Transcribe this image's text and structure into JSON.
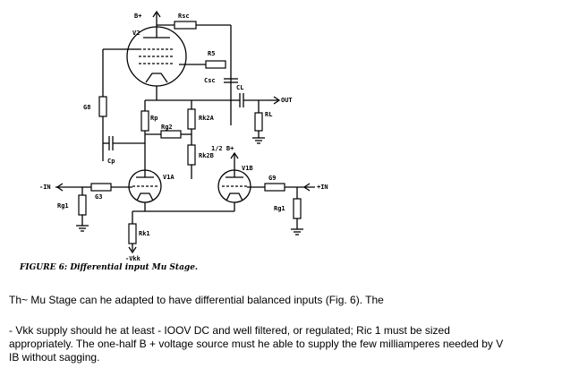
{
  "figure": {
    "caption": "FIGURE 6: Differential input Mu Stage.",
    "labels": {
      "b_plus": "B+",
      "v2": "V2",
      "rsc": "Rsc",
      "r5": "R5",
      "csc": "Csc",
      "cl": "CL",
      "out": "OUT",
      "rl": "RL",
      "g8": "G8",
      "rp": "Rp",
      "rg2": "Rg2",
      "rk2a": "Rk2A",
      "rk2b": "Rk2B",
      "half_b_plus": "1/2 B+",
      "cp": "Cp",
      "v1a": "V1A",
      "v1b": "V1B",
      "in_minus": "-IN",
      "in_plus": "+IN",
      "g3": "G3",
      "g9": "G9",
      "rg1_left": "Rg1",
      "rg1_right": "Rg1",
      "rk1": "Rk1",
      "vkk": "-Vkk"
    }
  },
  "text": {
    "paragraph1": "Th~ Mu Stage can he adapted to have differential balanced inputs (Fig. 6). The",
    "paragraph2_line1": "- Vkk supply should he at least - IOOV DC and well filtered, or regulated; Ric 1 must be sized",
    "paragraph2_line2": "appropriately. The one-half B + voltage source must he able to supply the few milliamperes needed by V",
    "paragraph2_line3": "IB without sagging."
  }
}
